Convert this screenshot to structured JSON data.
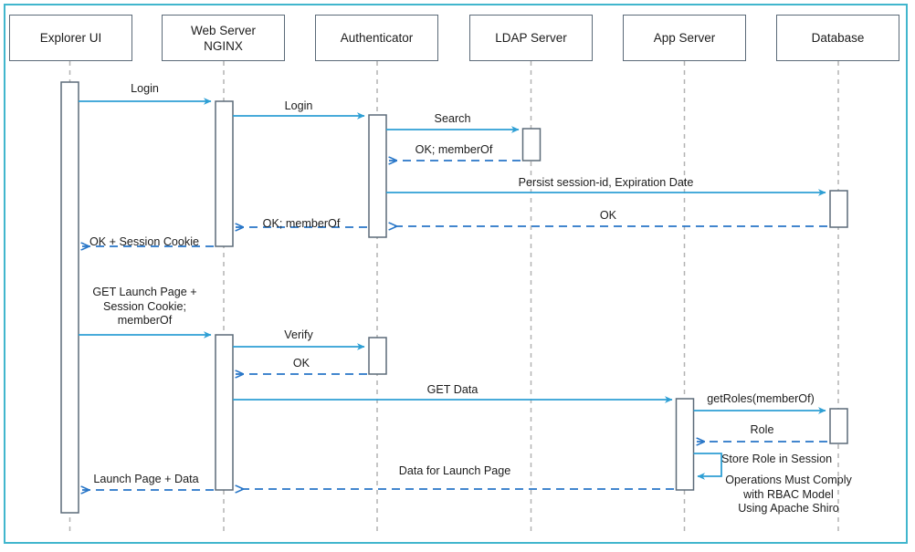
{
  "diagram": {
    "title": "Authentication and Authorization Sequence Diagram",
    "type": "uml-sequence-diagram",
    "colors": {
      "frame_border": "#41b6cd",
      "actor_box_border": "#5b6a78",
      "lifeline": "#b0b0b0",
      "activation_border": "#5b6a78",
      "sync_arrow": "#2e9fd4",
      "return_arrow": "#2876c8",
      "text": "#1c1c1c",
      "background": "#ffffff"
    },
    "actors": [
      {
        "id": "explorer-ui",
        "label": "Explorer UI",
        "line2": ""
      },
      {
        "id": "web-server",
        "label": "Web Server",
        "line2": "NGINX"
      },
      {
        "id": "authenticator",
        "label": "Authenticator",
        "line2": ""
      },
      {
        "id": "ldap-server",
        "label": "LDAP Server",
        "line2": ""
      },
      {
        "id": "app-server",
        "label": "App Server",
        "line2": ""
      },
      {
        "id": "database",
        "label": "Database",
        "line2": ""
      }
    ],
    "messages": [
      {
        "id": "m1",
        "label": "Login",
        "from": "explorer-ui",
        "to": "web-server",
        "kind": "call"
      },
      {
        "id": "m2",
        "label": "Login",
        "from": "web-server",
        "to": "authenticator",
        "kind": "call"
      },
      {
        "id": "m3",
        "label": "Search",
        "from": "authenticator",
        "to": "ldap-server",
        "kind": "call"
      },
      {
        "id": "m4",
        "label": "OK; memberOf",
        "from": "ldap-server",
        "to": "authenticator",
        "kind": "return"
      },
      {
        "id": "m5",
        "label": "Persist session-id, Expiration Date",
        "from": "authenticator",
        "to": "database",
        "kind": "call"
      },
      {
        "id": "m6",
        "label": "OK",
        "from": "database",
        "to": "authenticator",
        "kind": "return"
      },
      {
        "id": "m7",
        "label": "OK; memberOf",
        "from": "authenticator",
        "to": "web-server",
        "kind": "return"
      },
      {
        "id": "m8",
        "label": "OK + Session Cookie",
        "from": "web-server",
        "to": "explorer-ui",
        "kind": "return"
      },
      {
        "id": "m9",
        "label": "GET Launch Page +\nSession Cookie;\nmemberOf",
        "from": "explorer-ui",
        "to": "web-server",
        "kind": "call"
      },
      {
        "id": "m10",
        "label": "Verify",
        "from": "web-server",
        "to": "authenticator",
        "kind": "call"
      },
      {
        "id": "m11",
        "label": "OK",
        "from": "authenticator",
        "to": "web-server",
        "kind": "return"
      },
      {
        "id": "m12",
        "label": "GET Data",
        "from": "web-server",
        "to": "app-server",
        "kind": "call"
      },
      {
        "id": "m13",
        "label": "getRoles(memberOf)",
        "from": "app-server",
        "to": "database",
        "kind": "call"
      },
      {
        "id": "m14",
        "label": "Role",
        "from": "database",
        "to": "app-server",
        "kind": "return"
      },
      {
        "id": "m15",
        "label": "Store Role in Session",
        "from": "app-server",
        "to": "app-server",
        "kind": "self"
      },
      {
        "id": "m16",
        "label": "Operations Must Comply\nwith RBAC Model\nUsing Apache Shiro",
        "from": "app-server",
        "to": "app-server",
        "kind": "note"
      },
      {
        "id": "m17",
        "label": "Data for Launch Page",
        "from": "app-server",
        "to": "web-server",
        "kind": "return"
      },
      {
        "id": "m18",
        "label": "Launch Page + Data",
        "from": "web-server",
        "to": "explorer-ui",
        "kind": "return"
      }
    ]
  }
}
